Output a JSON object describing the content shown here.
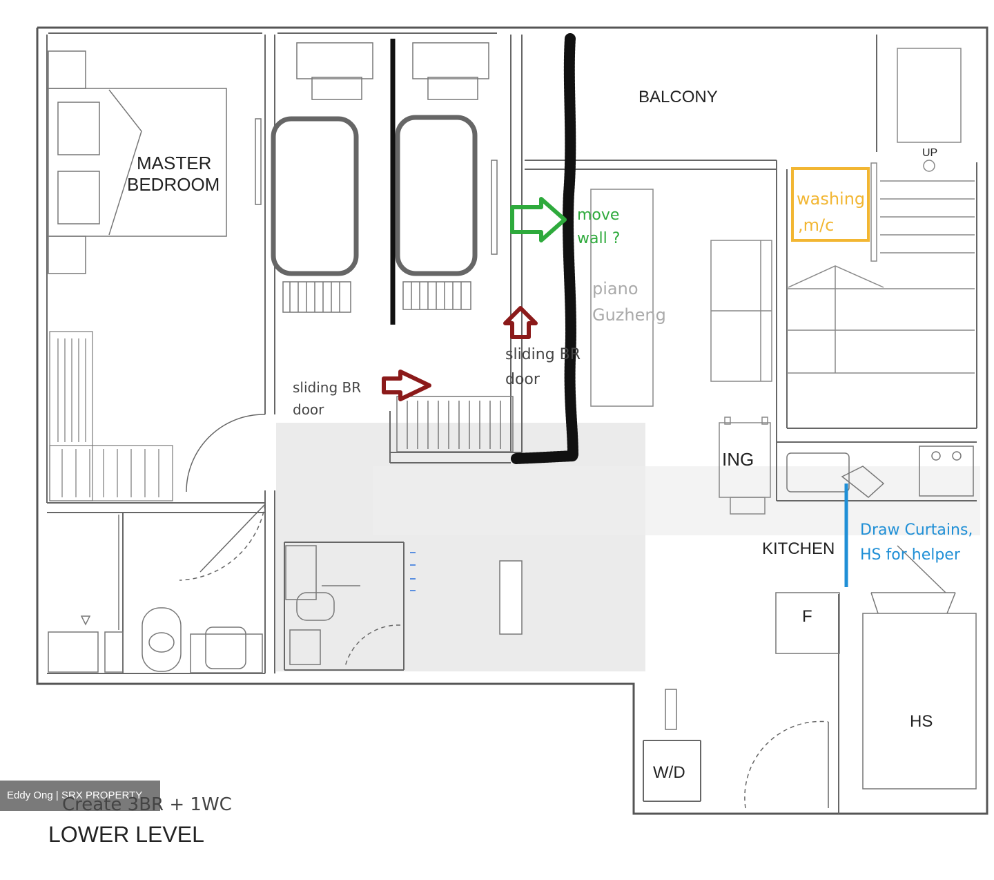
{
  "rooms": {
    "master_bedroom_line1": "MASTER",
    "master_bedroom_line2": "BEDROOM",
    "balcony": "BALCONY",
    "up": "UP",
    "dining": "ING",
    "kitchen": "KITCHEN",
    "fridge": "F",
    "hs": "HS",
    "wd": "W/D"
  },
  "annotations": {
    "washing_line1": "washing",
    "washing_line2": ",m/c",
    "move_wall_line1": "move",
    "move_wall_line2": "wall ?",
    "piano_line1": "piano",
    "piano_line2": "Guzheng",
    "sliding_door_right_line1": "sliding BR",
    "sliding_door_right_line2": "door",
    "sliding_door_left_line1": "sliding BR",
    "sliding_door_left_line2": "door",
    "curtain_line1": "Draw Curtains,",
    "curtain_line2": "HS for helper"
  },
  "footer": {
    "watermark": "Eddy Ong | SRX PROPERTY",
    "caption": "Create 3BR + 1WC",
    "level": "LOWER LEVEL"
  },
  "colors": {
    "wall": "#555555",
    "fixture": "#666666",
    "green_annotation": "#2eaa3c",
    "red_arrow": "#8b1a1a",
    "yellow_box": "#f2b632",
    "blue_line": "#1f8fd6",
    "grey_overlay": "#e4e4e4"
  }
}
